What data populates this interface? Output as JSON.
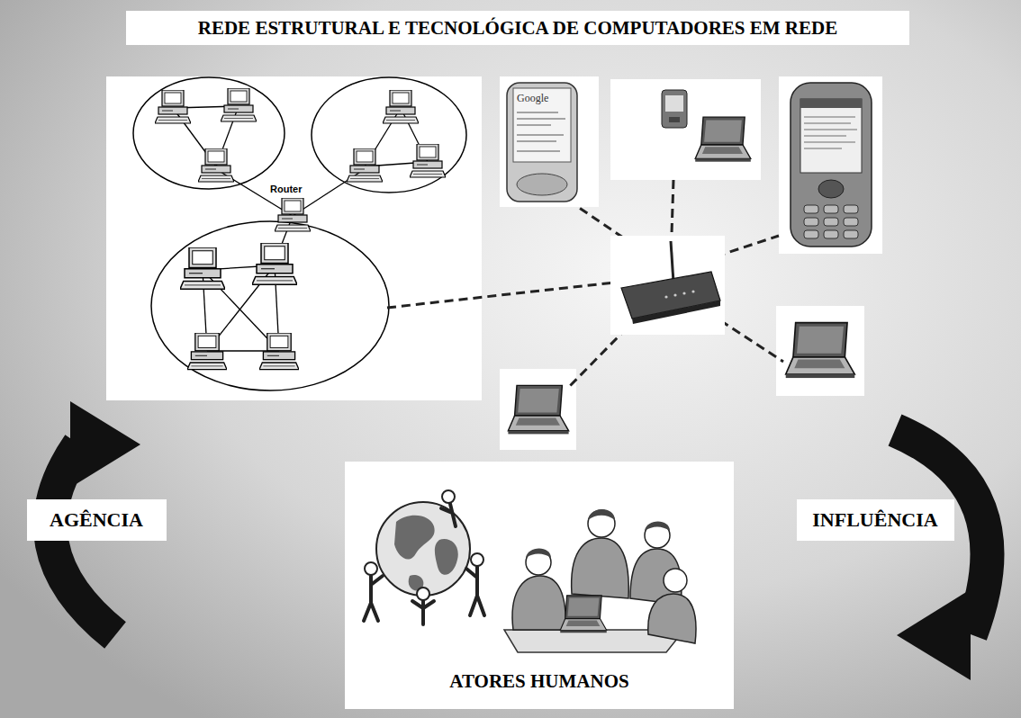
{
  "diagram": {
    "title": "REDE ESTRUTURAL E TECNOLÓGICA DE COMPUTADORES EM REDE",
    "nodes": [
      {
        "text": [
          "ATORES HUMANOS"
        ]
      }
    ],
    "labels": [
      "Router",
      "Google",
      "AGÊNCIA",
      "INFLUÊNCIA"
    ]
  }
}
